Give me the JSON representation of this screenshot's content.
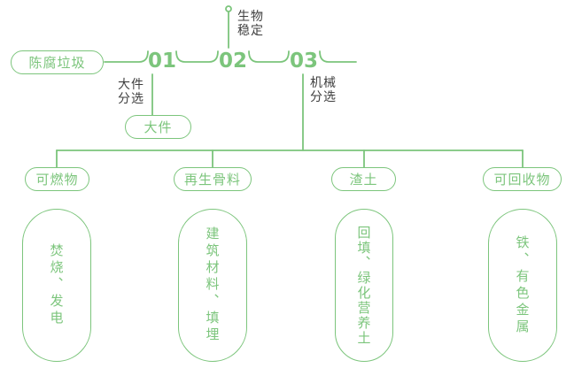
{
  "colors": {
    "accent": "#7cc57c",
    "dark_text": "#3f3f3f"
  },
  "flow": {
    "source": "陈腐垃圾",
    "steps": [
      {
        "num": "01",
        "label": "大件\n分选"
      },
      {
        "num": "02",
        "label": "生物\n稳定"
      },
      {
        "num": "03",
        "label": "机械\n分选"
      }
    ],
    "bulky_node": "大件"
  },
  "branches": [
    {
      "label": "可燃物",
      "outcome": "焚烧、发电"
    },
    {
      "label": "再生骨料",
      "outcome": "建筑材料、填埋"
    },
    {
      "label": "渣土",
      "outcome": "回填、绿化营养土"
    },
    {
      "label": "可回收物",
      "outcome": "铁、有色金属"
    }
  ]
}
